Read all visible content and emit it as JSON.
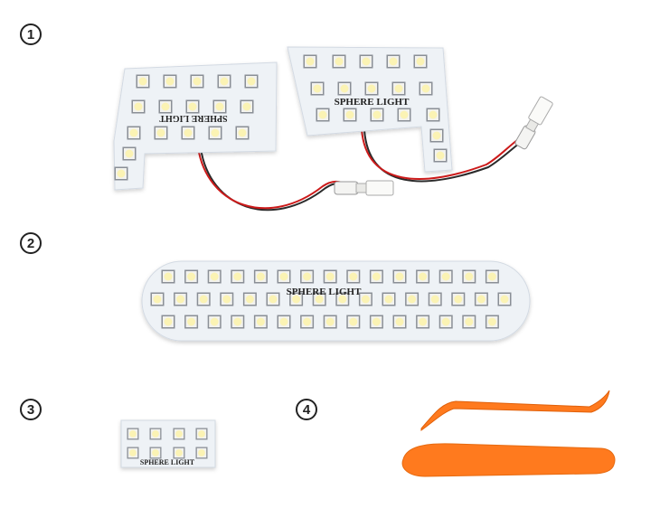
{
  "items": [
    {
      "number": "1",
      "brand_label": "SPHERE LIGHT"
    },
    {
      "number": "2",
      "brand_label": "SPHERE LIGHT"
    },
    {
      "number": "3",
      "brand_label": "SPHERE LIGHT"
    },
    {
      "number": "4"
    }
  ],
  "colors": {
    "board": "#eef2f6",
    "led_pad": "#8a8f96",
    "led_frame": "#f2f2ee",
    "led_light": "#fbf3b4",
    "wire_red": "#cc1a1a",
    "wire_black": "#2a2a2a",
    "tool_orange": "#ff7a1e"
  }
}
